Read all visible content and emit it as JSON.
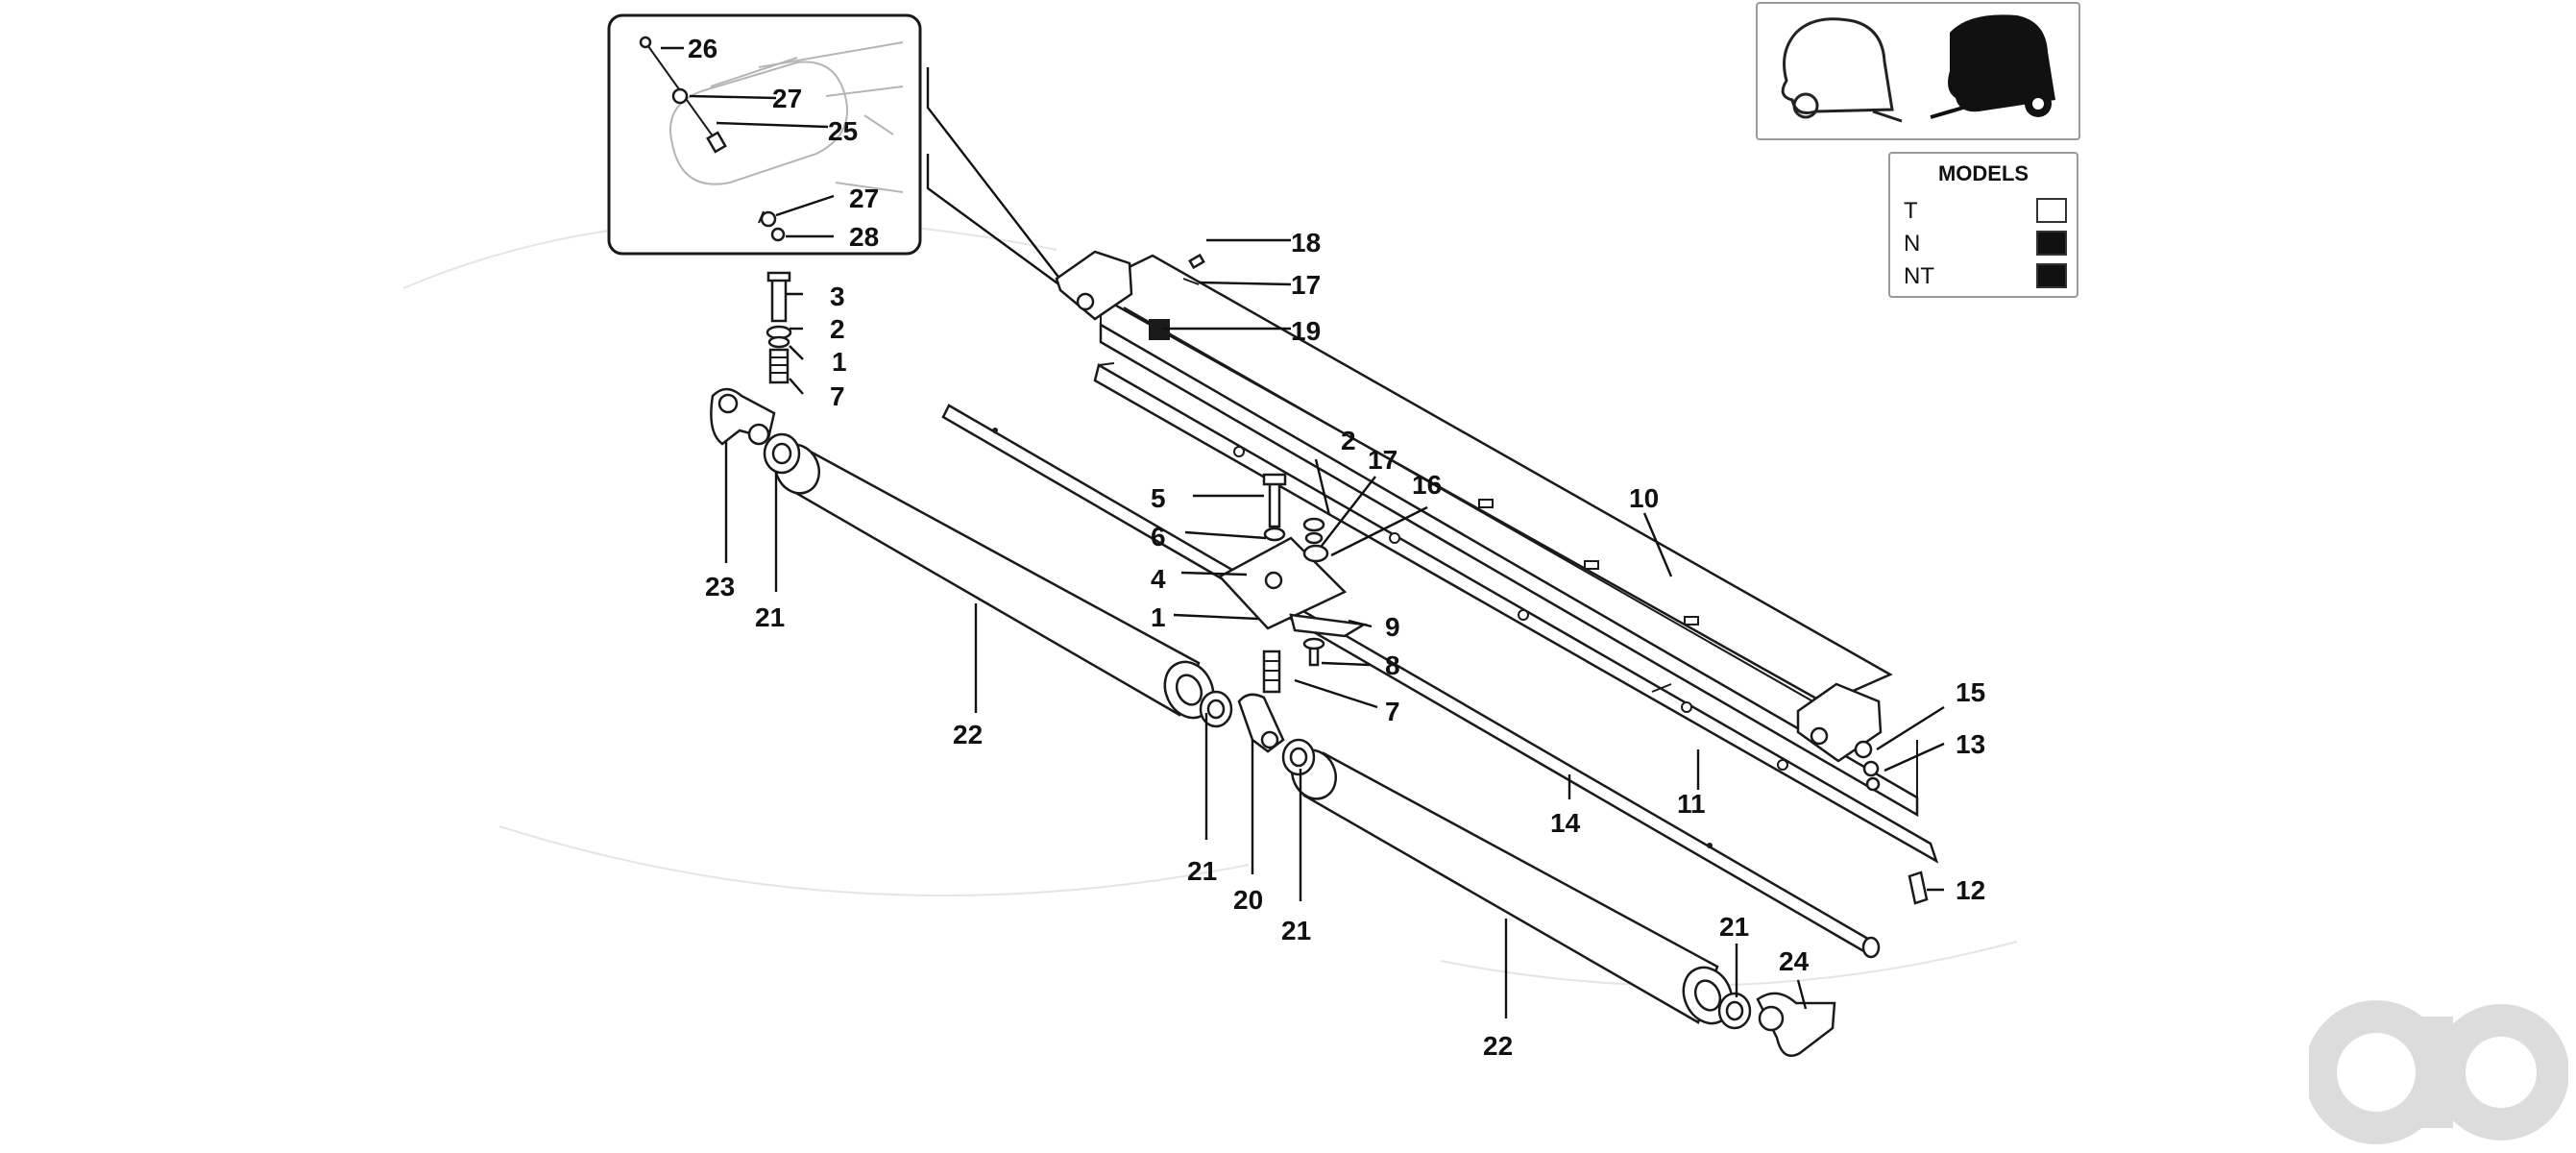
{
  "models_panel": {
    "title": "MODELS",
    "rows": [
      {
        "code": "T",
        "swatch_color": "#ffffff"
      },
      {
        "code": "N",
        "swatch_color": "#111111"
      },
      {
        "code": "NT",
        "swatch_color": "#111111"
      }
    ]
  },
  "thumbnail": {
    "left_icon": "baler-outline-icon",
    "right_icon": "baler-filled-icon"
  },
  "watermark_icon": "ao-logo-icon",
  "callouts": {
    "c26": "26",
    "c27a": "27",
    "c25": "25",
    "c27b": "27",
    "c28": "28",
    "c3": "3",
    "c2a": "2",
    "c1a": "1",
    "c7a": "7",
    "c23": "23",
    "c21a": "21",
    "c22a": "22",
    "c18": "18",
    "c17a": "17",
    "c19": "19",
    "c2b": "2",
    "c17b": "17",
    "c16": "16",
    "c10": "10",
    "c5": "5",
    "c6": "6",
    "c4": "4",
    "c1b": "1",
    "c9": "9",
    "c8": "8",
    "c7b": "7",
    "c15": "15",
    "c13": "13",
    "c11": "11",
    "c14": "14",
    "c12": "12",
    "c21b": "21",
    "c20": "20",
    "c21c": "21",
    "c21d": "21",
    "c24": "24",
    "c22b": "22"
  }
}
